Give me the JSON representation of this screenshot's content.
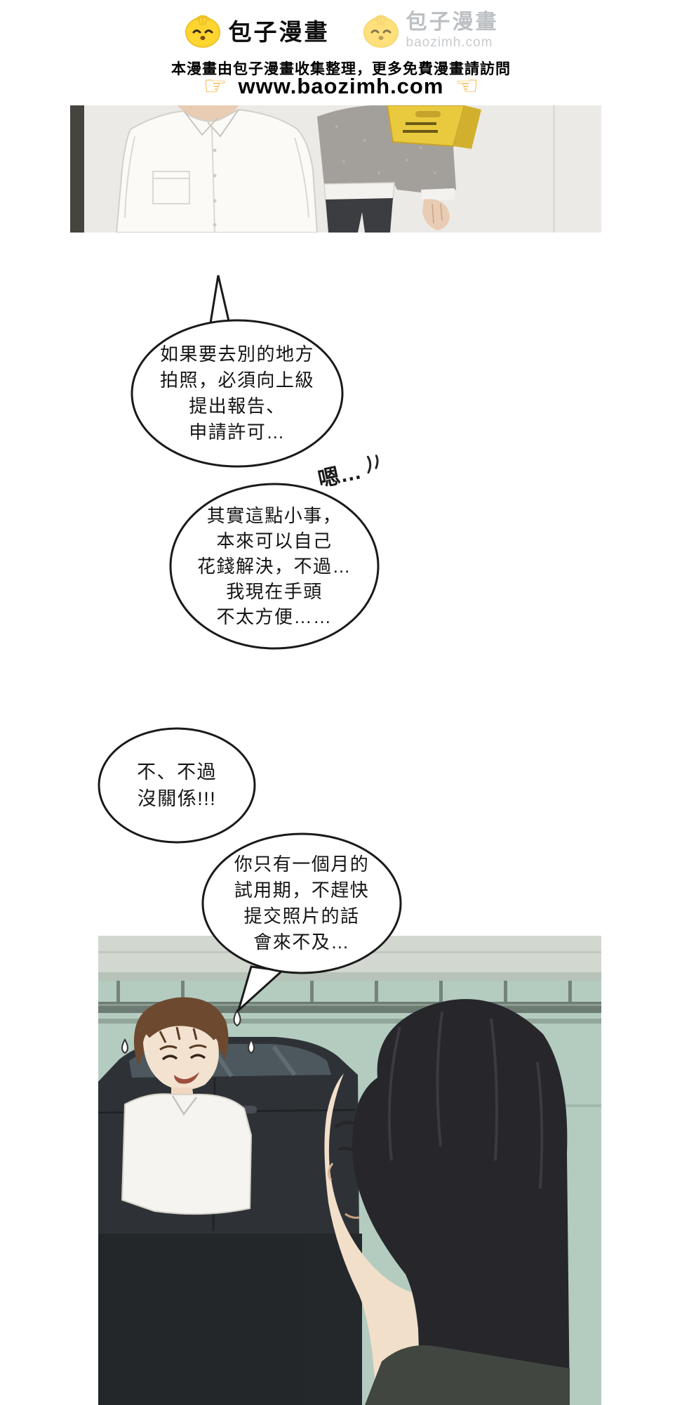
{
  "header": {
    "brand": {
      "name": "包子漫畫"
    },
    "watermark": {
      "name": "包子漫畫",
      "domain": "baozimh.com"
    },
    "notice": "本漫畫由包子漫畫收集整理，更多免費漫畫請訪問",
    "link": {
      "left_hand": "☞",
      "url": "www.baozimh.com",
      "right_hand": "☜"
    }
  },
  "speech": {
    "bubble1": {
      "lines": [
        "如果要去別的地方",
        "拍照，必須向上級",
        "提出報告、",
        "申請許可…"
      ]
    },
    "interjection": "嗯…",
    "bubble2": {
      "lines": [
        "其實這點小事，",
        "本來可以自己",
        "花錢解決，不過…",
        "我現在手頭",
        "不太方便……"
      ]
    },
    "bubble3": {
      "lines": [
        "不、不過",
        "沒關係!!!"
      ]
    },
    "bubble4": {
      "lines": [
        "你只有一個月的",
        "試用期，不趕快",
        "提交照片的話",
        "會來不及…"
      ]
    }
  },
  "colors": {
    "brand_yellow": "#ffd530",
    "hand_orange": "#f6a823",
    "bubble_ink": "#1a1a1a",
    "watermark_gray": "#b9bdc0",
    "garage_teal": "#b4ccc0"
  }
}
